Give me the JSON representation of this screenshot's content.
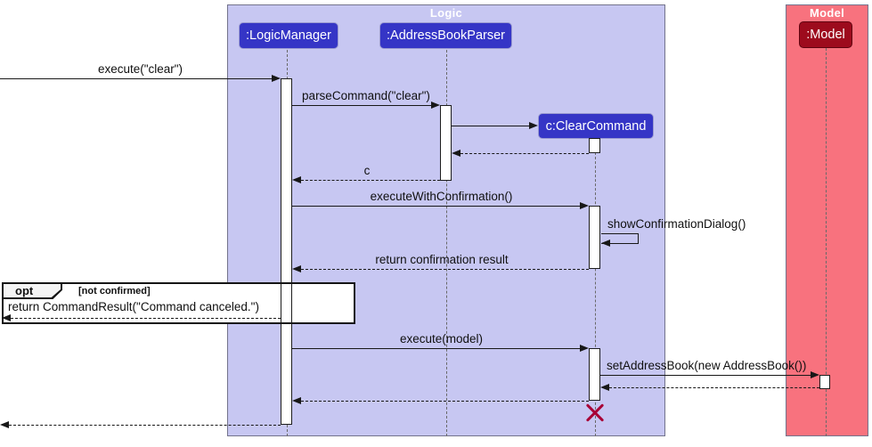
{
  "diagram": {
    "type": "uml-sequence-diagram",
    "frames": {
      "logic": "Logic",
      "model": "Model"
    },
    "participants": {
      "logic_manager": ":LogicManager",
      "address_book_parser": ":AddressBookParser",
      "clear_command": "c:ClearCommand",
      "model": ":Model"
    },
    "messages": {
      "execute_clear": "execute(\"clear\")",
      "parse_command": "parseCommand(\"clear\")",
      "return_c": "c",
      "execute_with_confirmation": "executeWithConfirmation()",
      "show_confirmation_dialog": "showConfirmationDialog()",
      "return_confirmation": "return confirmation result",
      "return_command_result": "return CommandResult(\"Command canceled.\")",
      "execute_model": "execute(model)",
      "set_address_book": "setAddressBook(new AddressBook())"
    },
    "opt_fragment": {
      "operator": "opt",
      "guard": "[not confirmed]"
    },
    "colors": {
      "logic_frame_bg": "#C7C7F2",
      "logic_frame_border": "#73738C",
      "logic_participant_bg": "#3535C6",
      "model_frame_bg": "#F8727E",
      "model_participant_bg": "#9D0B1D",
      "destroy_x": "#A80036",
      "arrow": "#181818"
    }
  }
}
